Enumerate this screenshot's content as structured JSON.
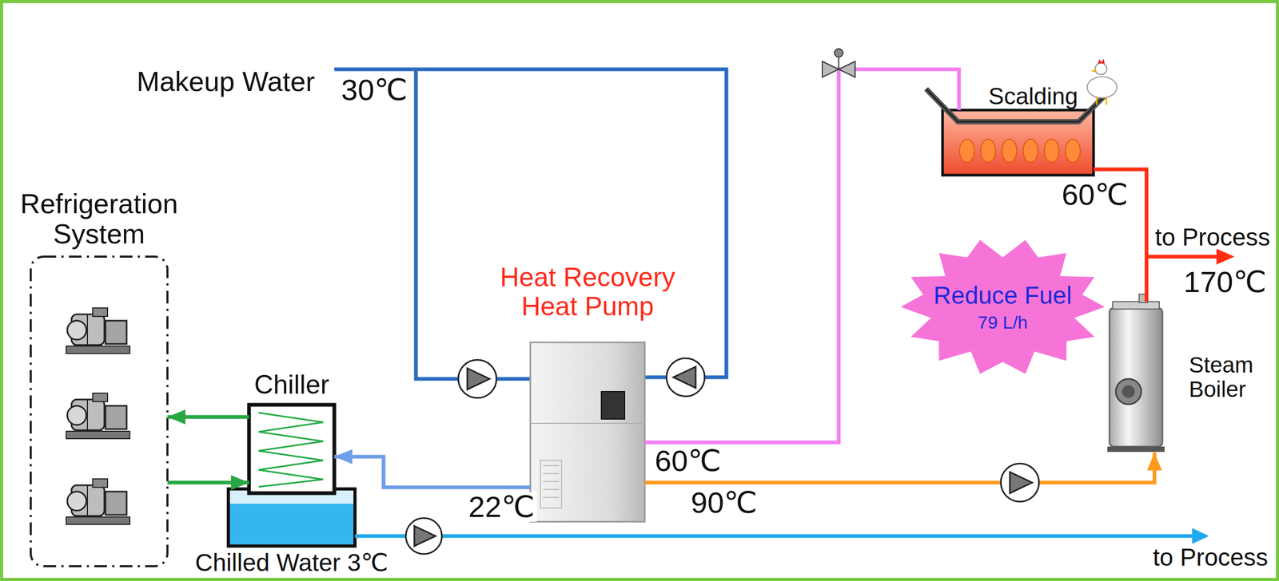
{
  "diagram": {
    "nodes": [
      {
        "text": [
          "Refrigeration System"
        ]
      },
      {
        "text": [
          "Chiller"
        ]
      },
      {
        "text": [
          "Chilled Water 3℃"
        ]
      },
      {
        "text": [
          "Heat Recovery Heat Pump"
        ]
      },
      {
        "text": [
          "Scalding"
        ]
      },
      {
        "text": [
          "Reduce Fuel",
          "79 L/h"
        ]
      },
      {
        "text": [
          "Steam Boiler"
        ]
      }
    ],
    "edges": [
      {
        "from": 1,
        "to": 0,
        "arrow": "to"
      },
      {
        "from": 0,
        "to": 1,
        "arrow": "to"
      },
      {
        "from": 3,
        "to": 1,
        "arrow": "to",
        "label": "22℃"
      },
      {
        "from": 3,
        "to": 4,
        "arrow": "none",
        "label": "60℃"
      },
      {
        "from": 3,
        "to": 6,
        "arrow": "to",
        "label": "90℃"
      },
      {
        "from": 6,
        "to": 4,
        "arrow": "none"
      }
    ],
    "labels": [
      "Makeup Water",
      "30℃",
      "60℃",
      "to Process",
      "170℃",
      "to Process"
    ]
  }
}
